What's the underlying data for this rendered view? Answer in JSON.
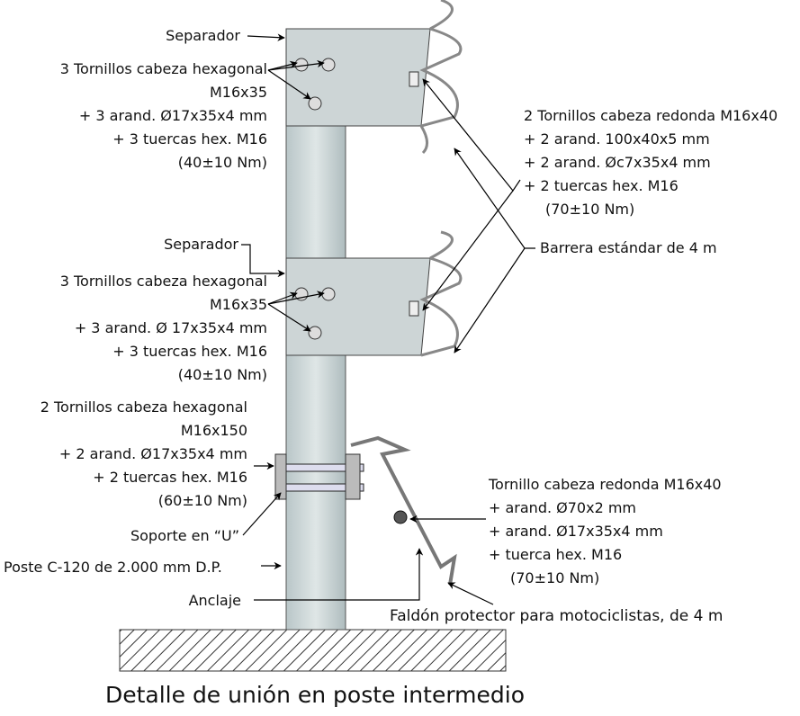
{
  "title": "Detalle de unión en poste intermedio",
  "labels": {
    "separador_top": "Separador",
    "bolts_top": [
      "3 Tornillos cabeza hexagonal",
      "M16x35",
      "+ 3 arand. Ø17x35x4 mm",
      "+ 3 tuercas hex. M16",
      "(40±10 Nm)"
    ],
    "separador_mid": "Separador",
    "bolts_mid": [
      "3 Tornillos cabeza hexagonal",
      "M16x35",
      "+ 3 arand. Ø 17x35x4 mm",
      "+ 3 tuercas hex. M16",
      "(40±10 Nm)"
    ],
    "bolts_u": [
      "2 Tornillos cabeza hexagonal",
      "M16x150",
      "+ 2 arand. Ø17x35x4 mm",
      "+ 2 tuercas hex. M16",
      "(60±10 Nm)"
    ],
    "soporte_u": "Soporte en “U”",
    "poste": "Poste C-120 de 2.000 mm D.P.",
    "anclaje": "Anclaje",
    "round_bolts": [
      "2 Tornillos cabeza redonda M16x40",
      "+ 2 arand. 100x40x5 mm",
      "+ 2 arand. Øc7x35x4 mm",
      "+ 2 tuercas hex. M16",
      "(70±10 Nm)"
    ],
    "barrera": "Barrera estándar de 4 m",
    "round_bolt_single": [
      "Tornillo cabeza redonda M16x40",
      "+ arand. Ø70x2 mm",
      "+ arand. Ø17x35x4 mm",
      "+ tuerca hex. M16",
      "(70±10 Nm)"
    ],
    "faldon": "Faldón protector para motociclistas, de 4 m"
  }
}
